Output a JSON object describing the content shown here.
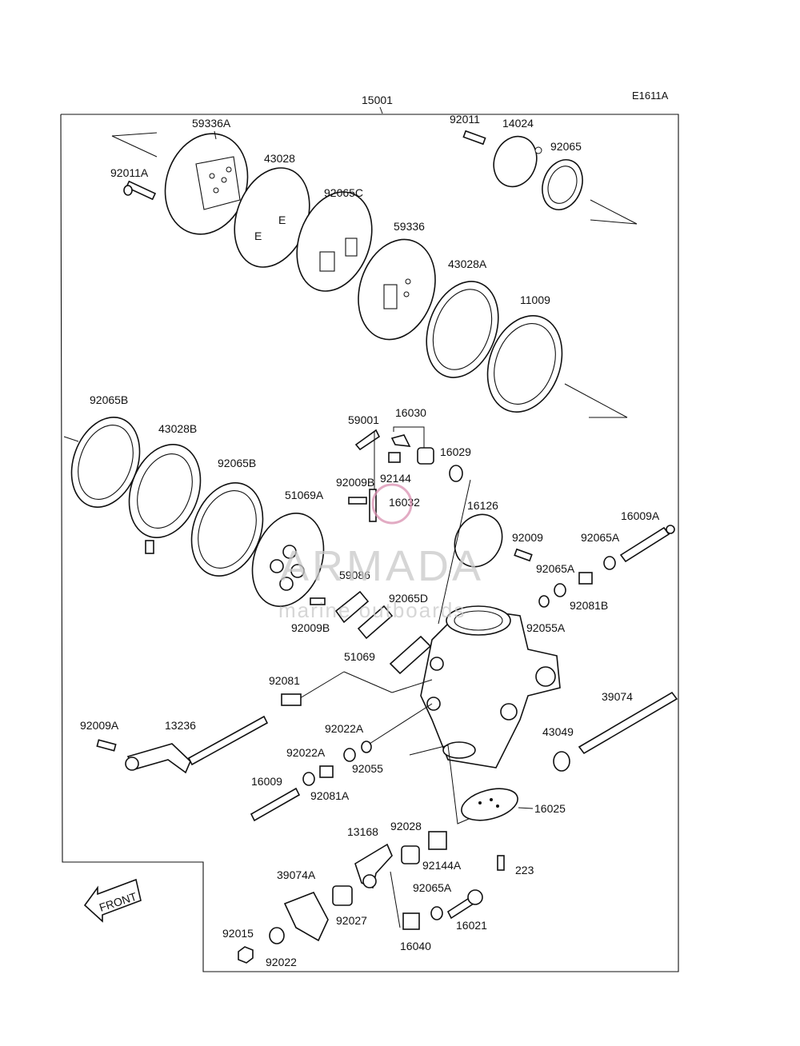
{
  "figure_code": "E1611A",
  "assembly_number": "15001",
  "front_label": "FRONT",
  "watermark": {
    "brand": "ARMADA",
    "tagline": "marine outboards"
  },
  "labels": {
    "p59336A": "59336A",
    "p92011A": "92011A",
    "p43028": "43028",
    "p92065C": "92065C",
    "p59336": "59336",
    "p43028A": "43028A",
    "p11009": "11009",
    "p92011": "92011",
    "p14024": "14024",
    "p92065": "92065",
    "p92065B_1": "92065B",
    "p43028B": "43028B",
    "p92065B_2": "92065B",
    "p51069A": "51069A",
    "p59001": "59001",
    "p16030": "16030",
    "p16029": "16029",
    "p92144": "92144",
    "p92009B_1": "92009B",
    "p16032": "16032",
    "p16126": "16126",
    "p92009": "92009",
    "p92065A_1": "92065A",
    "p16009A": "16009A",
    "p92065A_2": "92065A",
    "p92081B": "92081B",
    "p59086": "59086",
    "p92065D": "92065D",
    "p92055A": "92055A",
    "p92009B_2": "92009B",
    "p51069": "51069",
    "p92081": "92081",
    "p39074": "39074",
    "p92009A": "92009A",
    "p13236": "13236",
    "p92022A_1": "92022A",
    "p43049": "43049",
    "p92022A_2": "92022A",
    "p92055": "92055",
    "p16009": "16009",
    "p92081A": "92081A",
    "p16025": "16025",
    "p13168": "13168",
    "p92028": "92028",
    "p92144A": "92144A",
    "p223": "223",
    "p39074A": "39074A",
    "p92065A_3": "92065A",
    "p92027": "92027",
    "p16021": "16021",
    "p92015": "92015",
    "p92022": "92022",
    "p16040": "16040"
  }
}
